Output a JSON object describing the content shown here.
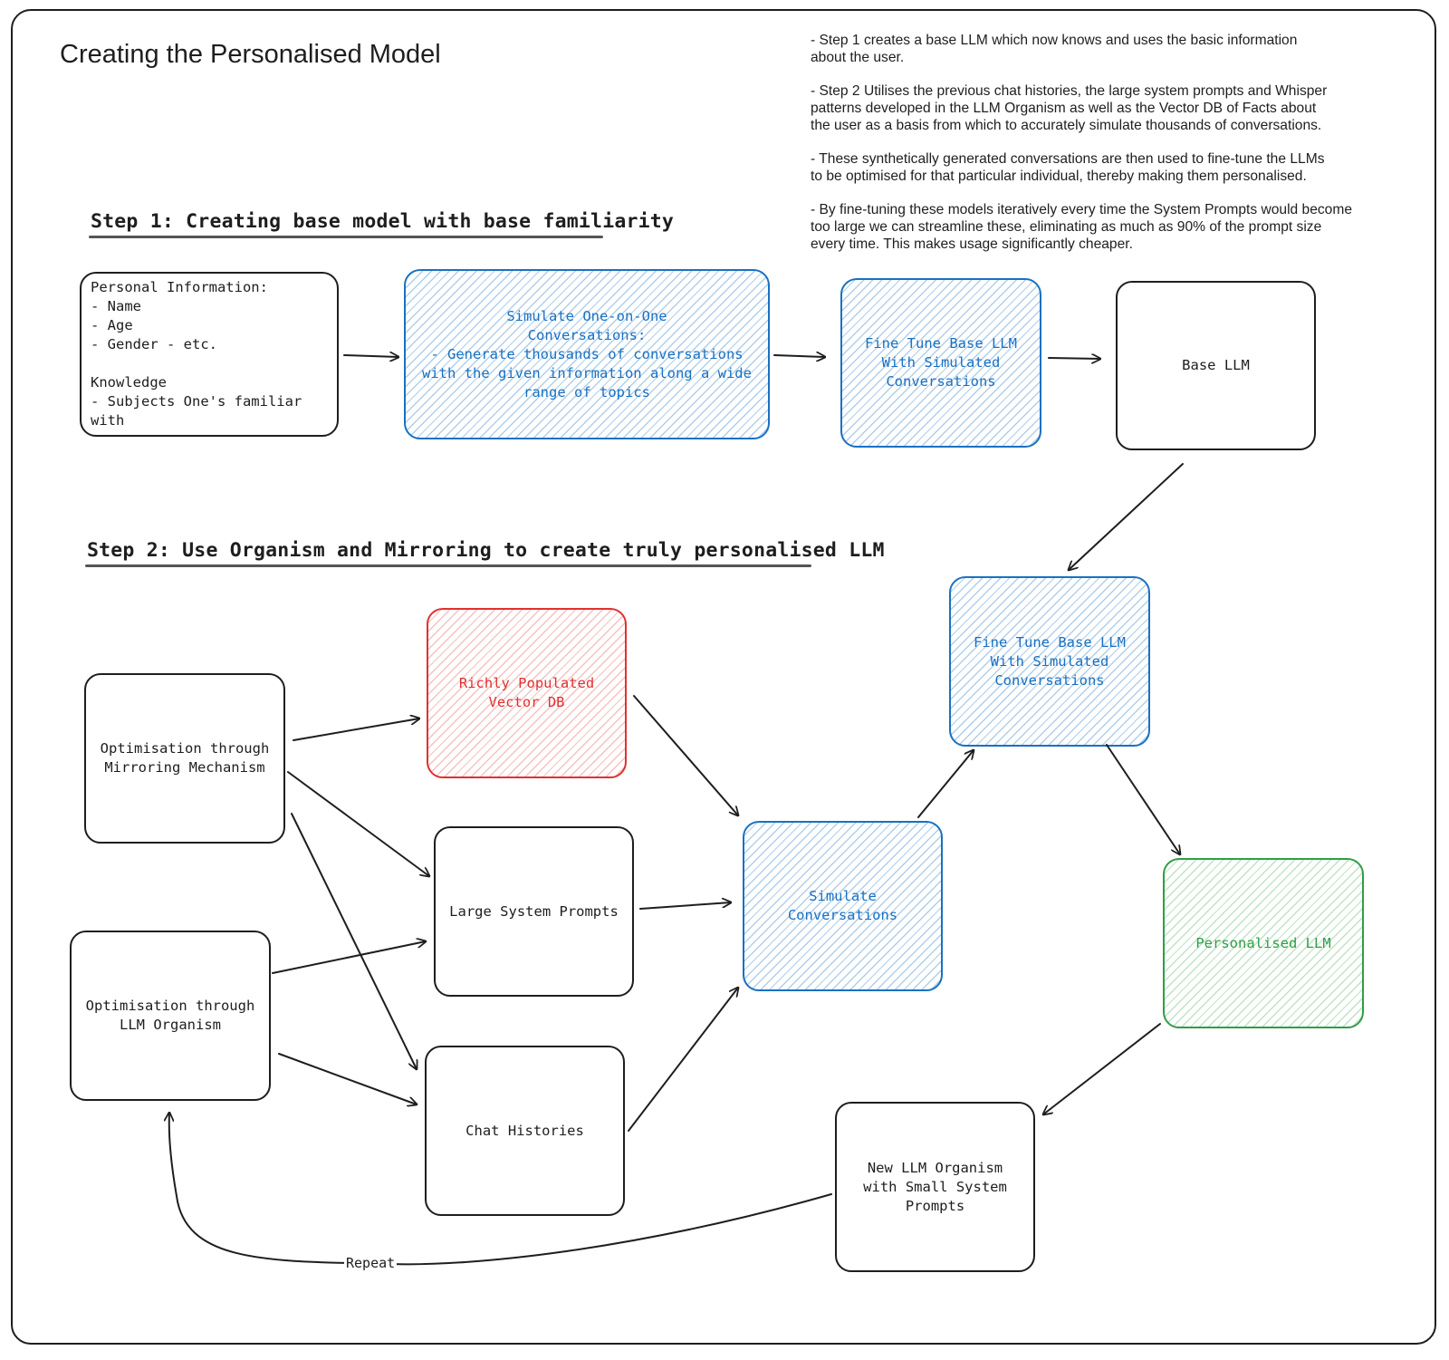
{
  "title": "Creating the Personalised Model",
  "notes": [
    "- Step 1 creates a base LLM which now knows and uses the basic information\n  about the user.",
    "- Step 2 Utilises the previous chat histories, the large system prompts and Whisper\n  patterns developed in the LLM Organism as well as the Vector DB of Facts about\n  the user as a basis from which to accurately simulate thousands of conversations.",
    "- These synthetically generated conversations are then used to fine-tune the LLMs\n  to be optimised for that particular individual, thereby making them personalised.",
    "- By fine-tuning these models iteratively every time the System Prompts would become\n  too large we can streamline these, eliminating as much as 90% of the prompt size\n  every time. This makes usage significantly cheaper."
  ],
  "step1": {
    "heading": "Step 1: Creating base model with base familiarity",
    "personal_info": "Personal Information:\n- Name\n- Age\n- Gender - etc.\n\nKnowledge\n- Subjects One's familiar with",
    "simulate": "Simulate One-on-One\nConversations:\n- Generate thousands of conversations\nwith the given information along a wide\nrange of topics",
    "fine_tune": "Fine Tune Base LLM\nWith Simulated\nConversations",
    "base_llm": "Base LLM"
  },
  "step2": {
    "heading": "Step 2: Use Organism and Mirroring to create truly personalised LLM",
    "fine_tune": "Fine Tune Base LLM\nWith Simulated\nConversations",
    "vector_db": "Richly Populated\nVector DB",
    "mirroring": "Optimisation through\nMirroring Mechanism",
    "system_prompts": "Large System Prompts",
    "organism": "Optimisation through\nLLM Organism",
    "chat_histories": "Chat Histories",
    "simulate": "Simulate\nConversations",
    "personalised": "Personalised LLM",
    "new_organism": "New LLM Organism\nwith Small System\nPrompts",
    "repeat": "Repeat"
  },
  "colors": {
    "blue": "#1971c2",
    "red": "#e03131",
    "green": "#2f9e44",
    "stroke": "#1e1e1e"
  }
}
